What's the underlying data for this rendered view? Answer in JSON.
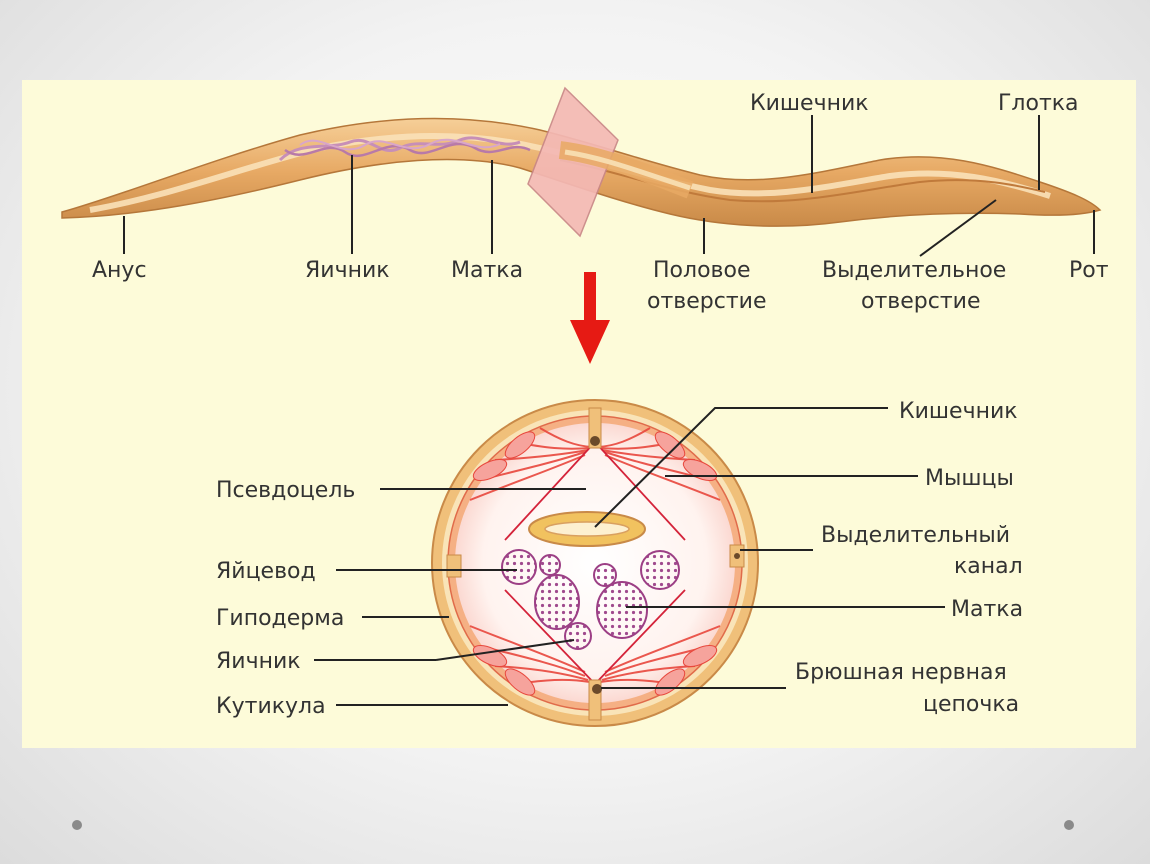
{
  "worm_labels": {
    "anus": "Анус",
    "ovary": "Яичник",
    "uterus": "Матка",
    "genital_opening_1": "Половое",
    "genital_opening_2": "отверстие",
    "intestine": "Кишечник",
    "pharynx": "Глотка",
    "excretory_opening_1": "Выделительное",
    "excretory_opening_2": "отверстие",
    "mouth": "Рот"
  },
  "section_labels": {
    "pseudocoel": "Псевдоцель",
    "oviduct": "Яйцевод",
    "hypodermis": "Гиподерма",
    "ovary": "Яичник",
    "cuticle": "Кутикула",
    "intestine": "Кишечник",
    "muscles": "Мышцы",
    "excretory_canal_1": "Выделительный",
    "excretory_canal_2": "канал",
    "uterus": "Матка",
    "nerve_cord_1": "Брюшная нервная",
    "nerve_cord_2": "цепочка"
  },
  "colors": {
    "panel_bg": "#fdfbd9",
    "worm_body": "#e9b57a",
    "worm_stripe": "#f7dcae",
    "ovary_tubes": "#c78fb7",
    "cut_plane": "#f4b9b5",
    "arrow": "#e61a14",
    "muscle": "#e8473d",
    "cuticle": "#e3a350"
  }
}
